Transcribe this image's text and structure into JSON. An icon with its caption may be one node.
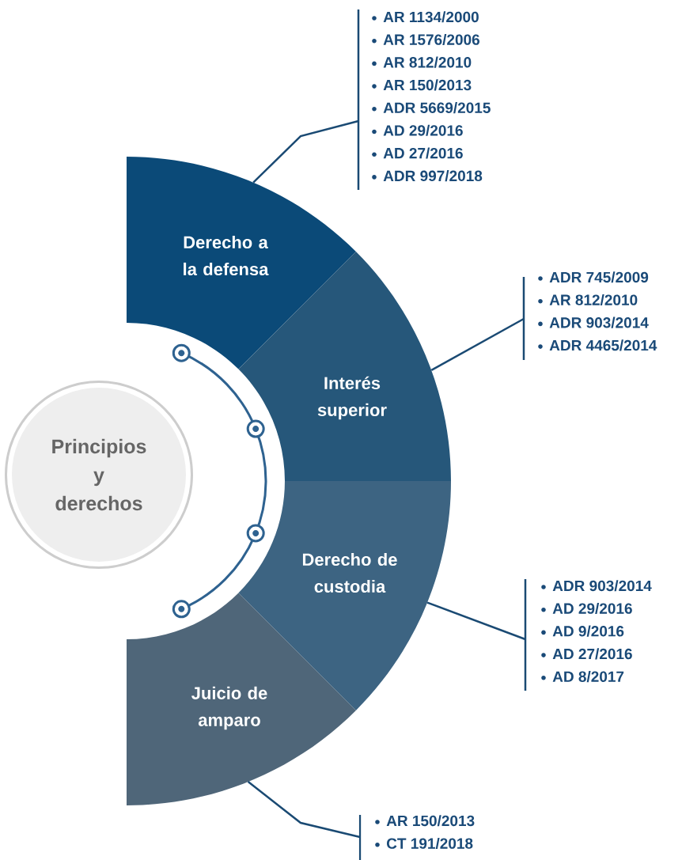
{
  "diagram": {
    "nodes": [
      {
        "text": [
          "Principios y derechos"
        ]
      },
      {
        "text": [
          "Derecho a la defensa"
        ]
      },
      {
        "text": [
          "AR 1134/2000",
          "AR 1576/2006",
          "AR 812/2010",
          "AR 150/2013",
          "ADR 5669/2015",
          "AD 29/2016",
          "AD 27/2016",
          "ADR 997/2018"
        ]
      },
      {
        "text": [
          "Interés superior"
        ]
      },
      {
        "text": [
          "ADR 745/2009",
          "AR 812/2010",
          "ADR 903/2014",
          "ADR 4465/2014"
        ]
      },
      {
        "text": [
          "Derecho de custodia"
        ]
      },
      {
        "text": [
          "ADR 903/2014",
          "AD 29/2016",
          "AD 9/2016",
          "AD 27/2016",
          "AD 8/2017"
        ]
      },
      {
        "text": [
          "Juicio de amparo"
        ]
      },
      {
        "text": [
          "AR 150/2013",
          "CT 191/2018"
        ]
      }
    ],
    "edges": [
      {
        "from": 1,
        "to": 2,
        "arrow": "none"
      },
      {
        "from": 3,
        "to": 4,
        "arrow": "none"
      },
      {
        "from": 5,
        "to": 6,
        "arrow": "none"
      },
      {
        "from": 7,
        "to": 8,
        "arrow": "none"
      }
    ]
  }
}
